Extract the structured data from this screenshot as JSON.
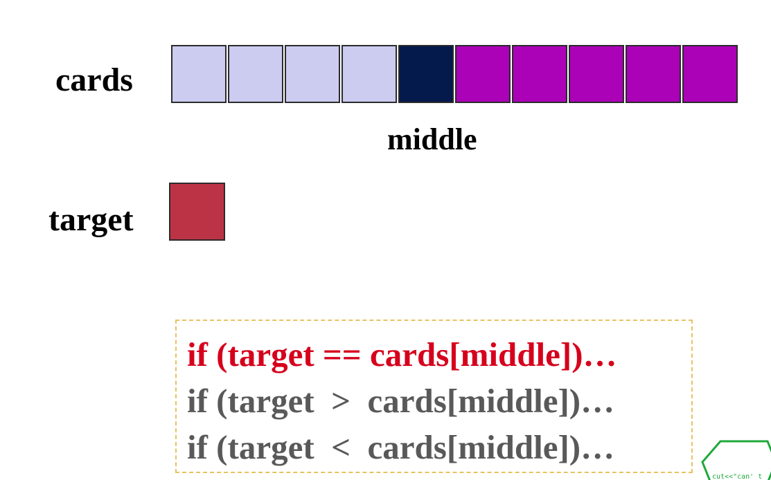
{
  "labels": {
    "cards": "cards",
    "target": "target",
    "middle": "middle"
  },
  "cards": {
    "colors": [
      "#cccbf0",
      "#cccbf0",
      "#cccbf0",
      "#cccbf0",
      "#041a4d",
      "#ab02b8",
      "#ab02b8",
      "#ab02b8",
      "#ab02b8",
      "#ab02b8"
    ],
    "middle_index": 4
  },
  "target": {
    "color": "#bd3346"
  },
  "code": {
    "lines": [
      {
        "text": "if (target == cards[middle])…",
        "color": "#d6001c"
      },
      {
        "text": "if (target  >  cards[middle])…",
        "color": "#595959"
      },
      {
        "text": "if (target  <  cards[middle])…",
        "color": "#595959"
      }
    ]
  },
  "logo": {
    "text": "cut<<\"can' t",
    "color": "#1fa83a"
  }
}
